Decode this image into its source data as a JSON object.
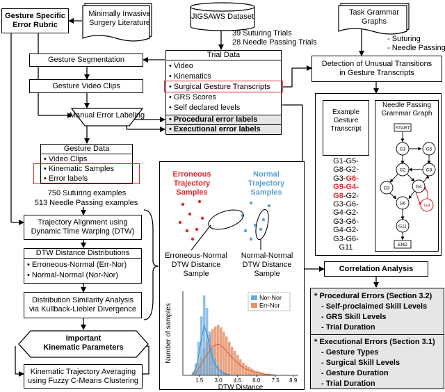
{
  "rubric": {
    "title": "Gesture Specific Error Rubric"
  },
  "literature": {
    "label": "Minimally Invasive Surgery Literature"
  },
  "jigsaws": {
    "label": "JIGSAWS Dataset",
    "suturing_trials": "39 Suturing Trials",
    "needle_trials": "28 Needle Passing Trials"
  },
  "task_grammar": {
    "label": "Task Grammar Graphs",
    "item1": "- Suturing",
    "item2": "- Needle Passing"
  },
  "gesture_segmentation": "Gesture Segmentation",
  "gesture_video_clips": "Gesture Video Clips",
  "manual_error_labeling": "Manual Error Labeling",
  "trial_data": {
    "header": "Trial Data",
    "items": [
      "• Video",
      "• Kinematics",
      "• Surgical Gesture Transcripts",
      "• GRS Scores",
      "• Self declared levels"
    ],
    "procedural": "• Procedural error labels",
    "executional": "• Executional error labels"
  },
  "gesture_data": {
    "header": "Gesture Data",
    "items": [
      "• Video Clips",
      "• Kinematic Samples",
      "• Error labels"
    ]
  },
  "examples": {
    "suturing": "750 Suturing examples",
    "needle": "513 Needle Passing examples"
  },
  "dtw_alignment": {
    "line1": "Trajectory Alignment using",
    "line2": "Dynamic Time Warping (DTW)"
  },
  "dtw_distributions": {
    "header": "DTW Distance Distributions",
    "items": [
      "• Erroneous-Normal (Err-Nor)",
      "• Normal-Normal (Nor-Nor)"
    ]
  },
  "similarity": {
    "line1": "Distribution Similarity Analysis",
    "line2": "via Kullback-Liebler Divergence"
  },
  "important": {
    "line1": "Important",
    "line2": "Kinematic Parameters"
  },
  "averaging": {
    "line1": "Kinematic Trajectory Averaging",
    "line2": "using Fuzzy C-Means Clustering"
  },
  "unusual": {
    "line1": "Detection of Unusual Transitions",
    "line2": "in Gesture Transcripts"
  },
  "example_transcript": {
    "title": [
      "Example",
      "Gesture",
      "Transcript"
    ],
    "lines": [
      [
        {
          "t": "G1-G5-",
          "r": false
        }
      ],
      [
        {
          "t": "G8-G2-",
          "r": false
        }
      ],
      [
        {
          "t": "G3-",
          "r": false
        },
        {
          "t": "G6-",
          "r": true
        }
      ],
      [
        {
          "t": "G9-G4-",
          "r": true
        }
      ],
      [
        {
          "t": "G8",
          "r": true
        },
        {
          "t": "-G2-",
          "r": false
        }
      ],
      [
        {
          "t": "G3-G6-",
          "r": false
        }
      ],
      [
        {
          "t": "G4-G2-",
          "r": false
        }
      ],
      [
        {
          "t": "G3-G6-",
          "r": false
        }
      ],
      [
        {
          "t": "G4-G2-",
          "r": false
        }
      ],
      [
        {
          "t": "G3-G6-",
          "r": false
        }
      ],
      [
        {
          "t": "G11",
          "r": false
        }
      ]
    ]
  },
  "grammar_graph": {
    "title": [
      "Needle Passing",
      "Grammar Graph"
    ],
    "nodes": {
      "start": "START",
      "end": "END",
      "g1": "G1",
      "g5": "G5",
      "g2": "G2",
      "g8": "G8",
      "g3": "G3",
      "g4": "G4",
      "g6": "G6",
      "g9": "G9",
      "g11": "G11"
    }
  },
  "trajectory_panel": {
    "erroneous": [
      "Erroneous",
      "Trajectory",
      "Samples"
    ],
    "normal": [
      "Normal",
      "Trajectory",
      "Samples"
    ],
    "err_nor_caption": [
      "Erroneous-Normal",
      "DTW Distance",
      "Sample"
    ],
    "nor_nor_caption": [
      "Normal-Normal",
      "DTW Distance",
      "Sample"
    ]
  },
  "correlation": "Correlation Analysis",
  "procedural_errors": {
    "title": "* Procedural Errors (Section 3.2)",
    "items": [
      "- Self-proclaimed Skill Levels",
      "- GRS Skill Levels",
      "- Trial Duration"
    ]
  },
  "executional_errors": {
    "title": "* Executional Errors (Section 3.1)",
    "items": [
      "- Gesture Types",
      "- Surgical Skill Levels",
      "- Gesture Duration",
      "- Trial Duration"
    ]
  },
  "colors": {
    "red": "#e0262b",
    "blue": "#5aa0d8",
    "hist_blue": "#6aaee0",
    "hist_orange": "#e8936a"
  },
  "chart_data": {
    "type": "bar",
    "xlabel": "DTW Distance",
    "ylabel": "Number of samples",
    "xticks": [
      "1.5",
      "3.0",
      "4.5",
      "6.0",
      "7.5",
      "8.9"
    ],
    "xlim": [
      0.2,
      9.3
    ],
    "legend": [
      "Nor-Nor",
      "Err-Nor"
    ],
    "legend_position": "top-right",
    "bin_width": 0.22,
    "series": [
      {
        "name": "Nor-Nor",
        "bin_start": 0.9,
        "values": [
          4,
          14,
          40,
          70,
          95,
          80,
          52,
          32,
          20,
          12,
          7,
          4,
          2,
          1
        ]
      },
      {
        "name": "Err-Nor",
        "bin_start": 0.9,
        "values": [
          2,
          6,
          14,
          22,
          32,
          40,
          48,
          55,
          58,
          60,
          57,
          52,
          46,
          40,
          34,
          29,
          24,
          19,
          15,
          12,
          10,
          8,
          6,
          5,
          4,
          3,
          2,
          2,
          1,
          1
        ]
      }
    ]
  }
}
